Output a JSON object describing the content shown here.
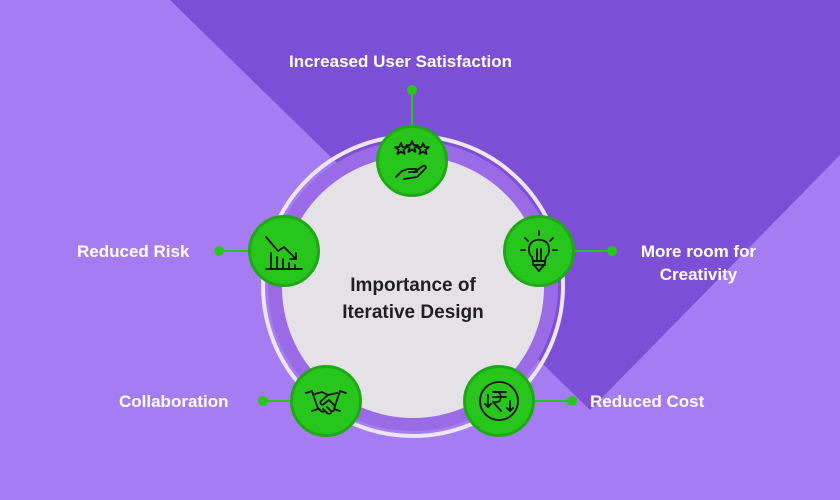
{
  "diagram": {
    "center_title_line1": "Importance of",
    "center_title_line2": "Iterative Design",
    "nodes": [
      {
        "label": "Increased User Satisfaction",
        "icon": "stars-hand-icon"
      },
      {
        "label_line1": "More room for",
        "label_line2": "Creativity",
        "icon": "lightbulb-icon"
      },
      {
        "label": "Reduced Cost",
        "icon": "rupee-down-icon"
      },
      {
        "label": "Collaboration",
        "icon": "handshake-icon"
      },
      {
        "label": "Reduced Risk",
        "icon": "declining-chart-icon"
      }
    ]
  },
  "colors": {
    "background": "#a67cf2",
    "accent_band": "#7d4fd6",
    "node_green": "#28c51d",
    "center_disc": "#e4e2e7",
    "label_text": "#ffffff"
  }
}
